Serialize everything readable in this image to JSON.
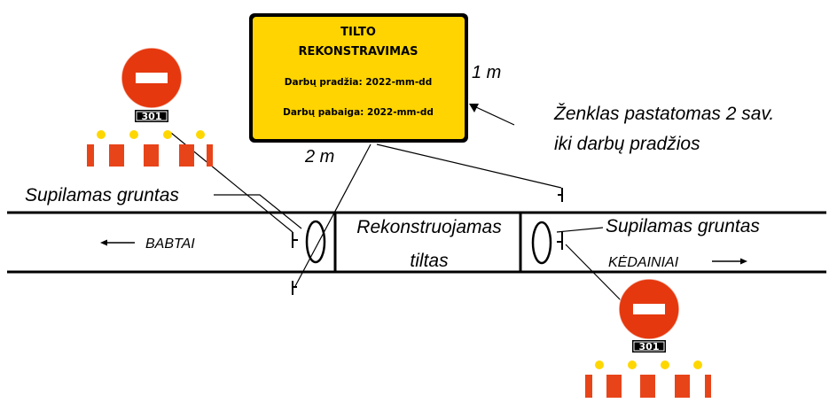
{
  "sign": {
    "line1": "TILTO",
    "line2": "REKONSTRAVIMAS",
    "start": "Darbų pradžia: 2022-mm-dd",
    "end": "Darbų pabaiga: 2022-mm-dd"
  },
  "labels": {
    "one_m": "1 m",
    "two_m": "2 m",
    "note_line1": "Ženklas pastatomas 2 sav.",
    "note_line2": "iki darbų pradžios",
    "soil_left": "Supilamas gruntas",
    "soil_right": "Supilamas gruntas",
    "bridge_line1": "Rekonstruojamas",
    "bridge_line2": "tiltas",
    "dir_left": "BABTAI",
    "dir_right": "KĖDAINIAI"
  },
  "plates": {
    "left": "301",
    "right": "301"
  },
  "colors": {
    "sign_yellow": "#ffd400",
    "no_entry_red": "#e5380e",
    "barrier_red": "#e8441a",
    "lamp_yellow": "#ffd700"
  }
}
